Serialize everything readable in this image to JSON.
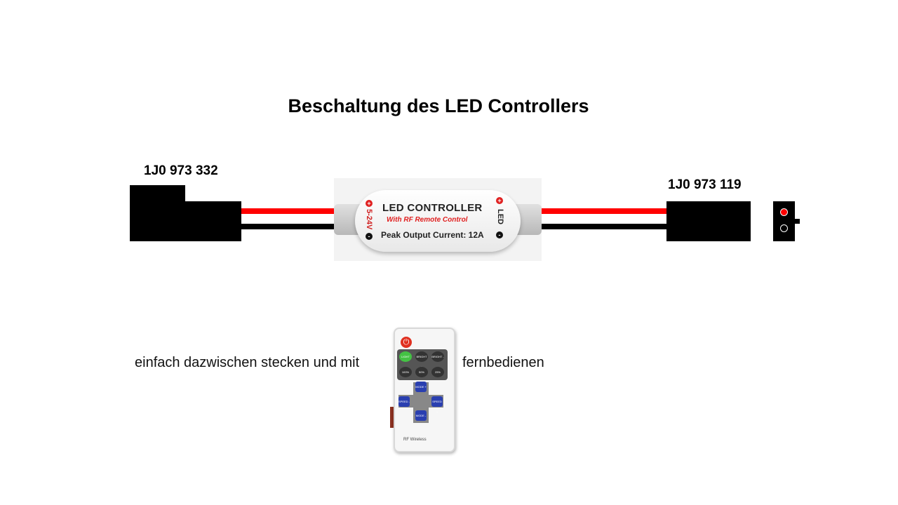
{
  "diagram": {
    "title": "Beschaltung des LED Controllers",
    "connector_left": {
      "part_number": "1J0 973 332"
    },
    "connector_right": {
      "part_number": "1J0 973 119"
    },
    "controller": {
      "heading": "LED CONTROLLER",
      "subheading": "With RF Remote Control",
      "peak": "Peak Output Current: 12A",
      "input_label": "5-24V",
      "output_label": "LED",
      "plus": "+",
      "minus": "-"
    },
    "wire_colors": {
      "positive": "#ff0000",
      "negative": "#000000"
    },
    "caption_before": "einfach dazwischen stecken und mit",
    "caption_after": "fernbedienen",
    "remote": {
      "power": "⏻",
      "buttons": [
        "LIGHT",
        "BRIGHT +",
        "BRIGHT -",
        "100%",
        "50%",
        "25%"
      ],
      "mode_up": "MODE +",
      "mode_down": "MODE -",
      "speed_left": "SPEED -",
      "speed_right": "SPEED +",
      "footer": "RF Wireless"
    }
  }
}
